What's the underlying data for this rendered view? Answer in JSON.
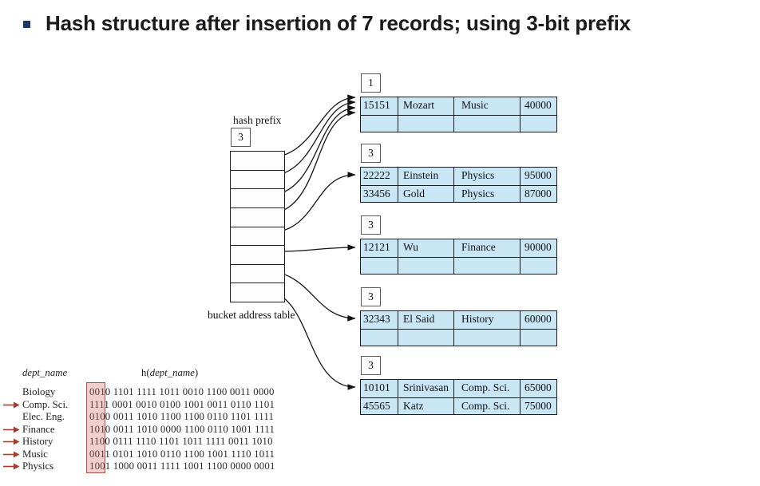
{
  "title": {
    "text": "Hash structure after insertion of 7 records; using 3-bit prefix",
    "bullet_color": "#1f3864"
  },
  "diagram": {
    "hash_prefix_label": "hash prefix",
    "hash_prefix_value": "3",
    "bucket_address_label": "bucket address table",
    "bucket_address_rows": 8,
    "buckets": [
      {
        "prefix": "1",
        "rows": [
          [
            "15151",
            "Mozart",
            "Music",
            "40000"
          ],
          [
            "",
            "",
            "",
            ""
          ]
        ]
      },
      {
        "prefix": "3",
        "rows": [
          [
            "22222",
            "Einstein",
            "Physics",
            "95000"
          ],
          [
            "33456",
            "Gold",
            "Physics",
            "87000"
          ]
        ]
      },
      {
        "prefix": "3",
        "rows": [
          [
            "12121",
            "Wu",
            "Finance",
            "90000"
          ],
          [
            "",
            "",
            "",
            ""
          ]
        ]
      },
      {
        "prefix": "3",
        "rows": [
          [
            "32343",
            "El Said",
            "History",
            "60000"
          ],
          [
            "",
            "",
            "",
            ""
          ]
        ]
      },
      {
        "prefix": "3",
        "rows": [
          [
            "10101",
            "Srinivasan",
            "Comp. Sci.",
            "65000"
          ],
          [
            "45565",
            "Katz",
            "Comp. Sci.",
            "75000"
          ]
        ]
      }
    ],
    "colors": {
      "bucket_fill": "#c9e6f5",
      "line_color": "#141414",
      "border_color": "#1b1b22"
    }
  },
  "hash_table": {
    "name_header": "dept_name",
    "hash_header_pre": "h(",
    "hash_header_name": "dept_name",
    "hash_header_post": ")",
    "highlight_color": "#9e3a30",
    "arrow_color": "#a83a2f",
    "rows": [
      {
        "name": "Biology",
        "bits": "0010 1101 1111 1011 0010 1100 0011 0000",
        "arrow": false
      },
      {
        "name": "Comp. Sci.",
        "bits": "1111 0001 0010 0100 1001 0011 0110 1101",
        "arrow": true
      },
      {
        "name": "Elec. Eng.",
        "bits": "0100 0011 1010 1100 1100 0110 1101 1111",
        "arrow": false
      },
      {
        "name": "Finance",
        "bits": "1010 0011 1010 0000 1100 0110 1001 1111",
        "arrow": true
      },
      {
        "name": "History",
        "bits": "1100 0111 1110 1101 1011 1111 0011 1010",
        "arrow": true
      },
      {
        "name": "Music",
        "bits": "0011 0101 1010 0110 1100 1001 1110 1011",
        "arrow": true
      },
      {
        "name": "Physics",
        "bits": "1001 1000 0011 1111 1001 1100 0000 0001",
        "arrow": true
      }
    ]
  }
}
